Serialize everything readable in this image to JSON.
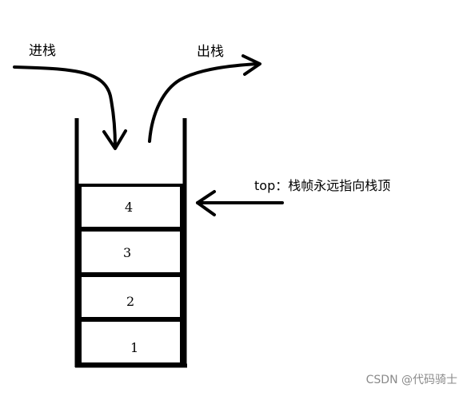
{
  "labels": {
    "push": "进栈",
    "pop": "出栈",
    "top_note": "top：栈帧永远指向栈顶"
  },
  "stack": {
    "cells": [
      "4",
      "3",
      "2",
      "1"
    ]
  },
  "watermark": "CSDN @代码骑士",
  "colors": {
    "ink": "#000000",
    "background": "#ffffff",
    "watermark": "#8a8a8a"
  }
}
